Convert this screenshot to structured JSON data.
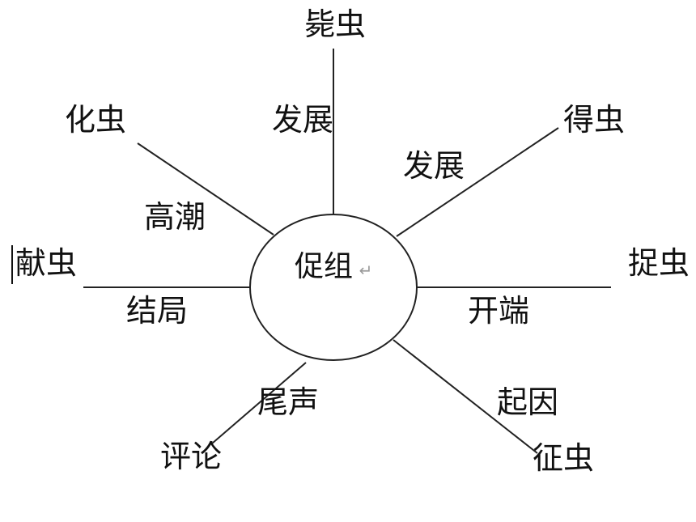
{
  "diagram": {
    "center": {
      "label": "促组",
      "mark": "↵"
    },
    "nodes": {
      "top": {
        "end": "毙虫",
        "stage": "发展"
      },
      "upper_right": {
        "end": "得虫",
        "stage": "发展"
      },
      "right": {
        "end": "捉虫",
        "stage": "开端"
      },
      "lower_right": {
        "end": "征虫",
        "stage": "起因"
      },
      "lower_left": {
        "end": "评论",
        "stage": "尾声"
      },
      "left": {
        "end": "献虫",
        "stage": "结局"
      },
      "upper_left": {
        "end": "化虫",
        "stage": "高潮"
      }
    }
  }
}
